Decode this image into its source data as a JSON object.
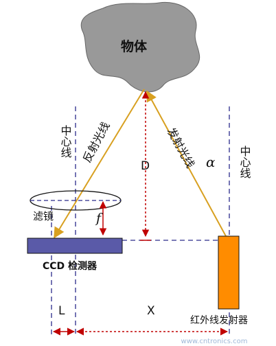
{
  "object_label": "物体",
  "reflected_ray_label": "反射光线",
  "emitted_ray_label": "发射光线",
  "center_line_left_label": "中心线",
  "center_line_right_label": "中心线",
  "distance_label": "D",
  "angle_label": "α",
  "filter_label": "滤镜",
  "focal_label": "f",
  "ccd_label": "CCD 检测器",
  "emitter_label": "红外线发射器",
  "l_label": "L",
  "x_label": "X",
  "watermark_text": "www.cntronics.com",
  "colors": {
    "object_fill": "#999999",
    "ray": "#d8a020",
    "red_dim": "#c00000",
    "ccd_fill": "#5a5aa8",
    "emitter_fill": "#ff8c00",
    "dash_blue": "#2a2a8a"
  }
}
